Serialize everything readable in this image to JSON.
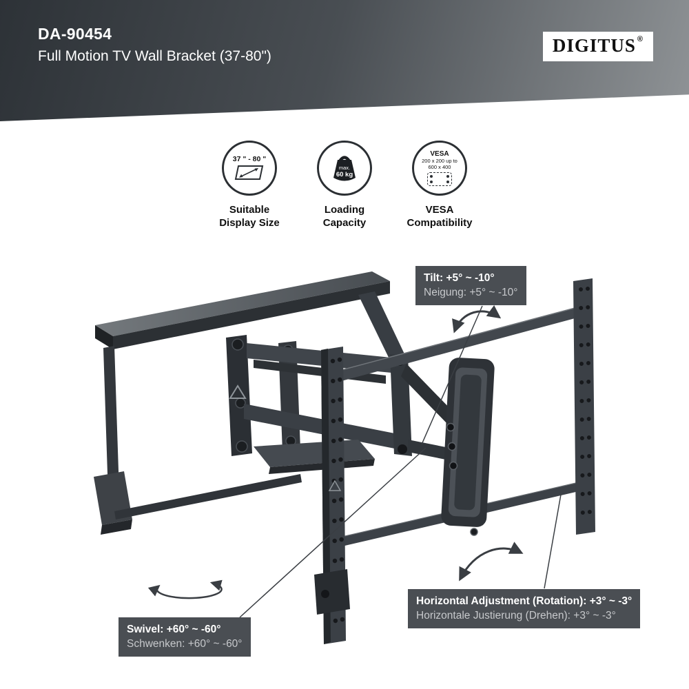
{
  "header": {
    "model": "DA-90454",
    "title": "Full Motion TV Wall Bracket (37-80\")",
    "brand": "DIGITUS",
    "registered_mark": "®"
  },
  "features": [
    {
      "icon": "display-size-icon",
      "icon_text": "37 \" - 80 \"",
      "label_line1": "Suitable",
      "label_line2": "Display Size"
    },
    {
      "icon": "weight-icon",
      "icon_text_line1": "max.",
      "icon_text_line2": "60 kg",
      "label_line1": "Loading",
      "label_line2": "Capacity"
    },
    {
      "icon": "vesa-icon",
      "icon_text_line1": "VESA",
      "icon_text_line2": "200 x 200 up to",
      "icon_text_line3": "600 x 400",
      "label_line1": "VESA",
      "label_line2": "Compatibility"
    }
  ],
  "annotations": {
    "tilt": {
      "en": "Tilt: +5° ~ -10°",
      "de": "Neigung: +5° ~ -10°"
    },
    "swivel": {
      "en": "Swivel: +60° ~ -60°",
      "de": "Schwenken: +60° ~ -60°"
    },
    "horizontal_adjustment": {
      "en": "Horizontal Adjustment (Rotation): +3° ~ -3°",
      "de": "Horizontale Justierung (Drehen): +3° ~ -3°"
    }
  },
  "colors": {
    "header_gradient_start": "#2d3237",
    "header_gradient_end": "#8f9396",
    "callout_background": "#4a4e53",
    "callout_text_primary": "#ffffff",
    "callout_text_secondary": "#c7c9cc",
    "bracket_dark": "#26292d",
    "bracket_mid": "#3a3e43",
    "bracket_light": "#60656a",
    "icon_outline": "#2b2f33"
  }
}
